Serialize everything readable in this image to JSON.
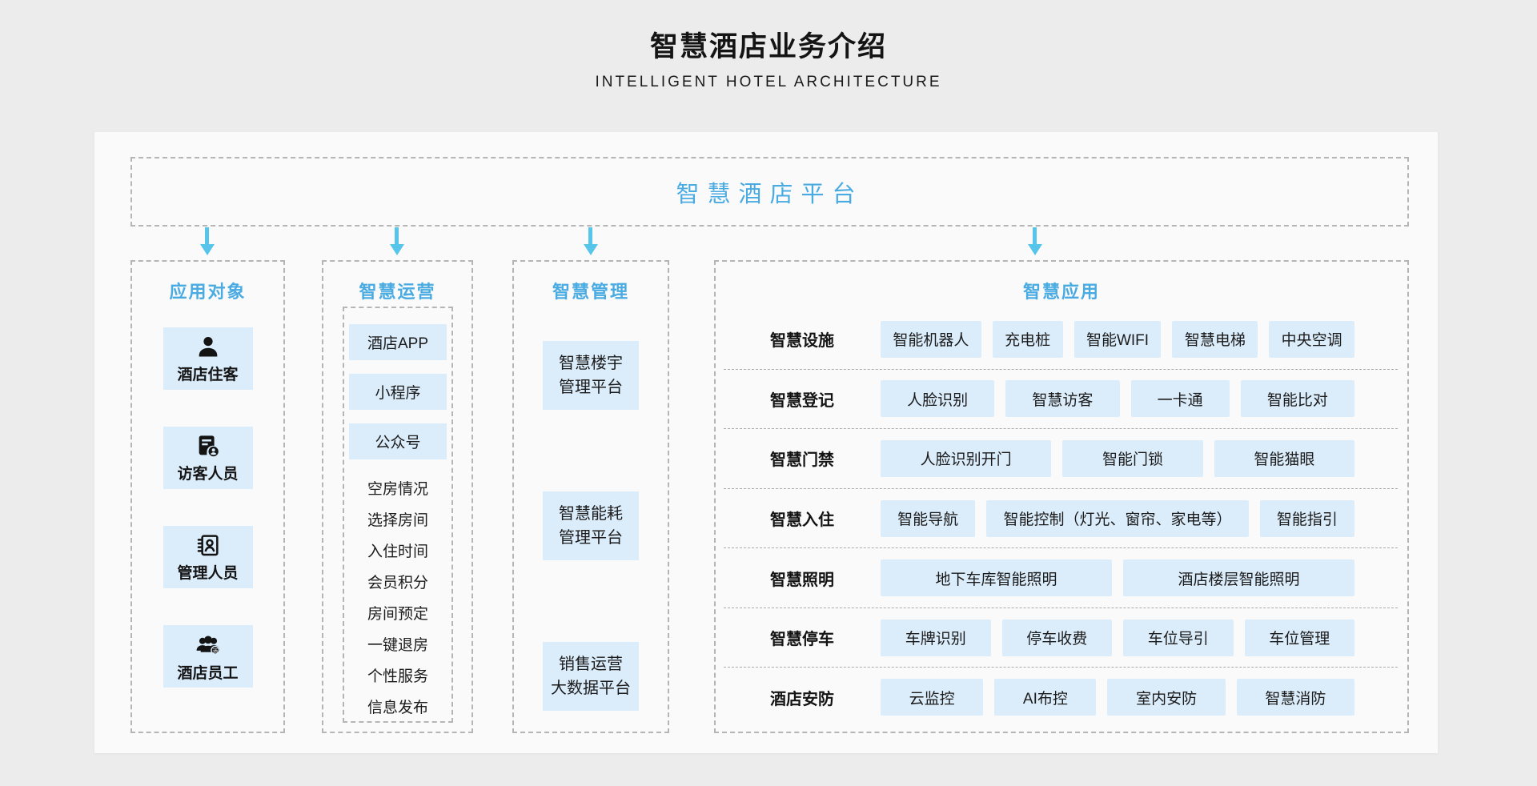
{
  "page": {
    "title": "智慧酒店业务介绍",
    "subtitle": "INTELLIGENT HOTEL ARCHITECTURE"
  },
  "platform": {
    "title": "智慧酒店平台"
  },
  "colors": {
    "accent": "#49abe2",
    "arrow": "#57c5ea",
    "chip_bg": "#dbecfb",
    "icon": "#141414"
  },
  "audience": {
    "heading": "应用对象",
    "items": [
      {
        "label": "酒店住客",
        "icon": "guest-person-icon"
      },
      {
        "label": "访客人员",
        "icon": "visitor-register-icon"
      },
      {
        "label": "管理人员",
        "icon": "manager-contact-icon"
      },
      {
        "label": "酒店员工",
        "icon": "staff-group-icon"
      }
    ]
  },
  "operation": {
    "heading": "智慧运营",
    "channels": [
      "酒店APP",
      "小程序",
      "公众号"
    ],
    "features": [
      "空房情况",
      "选择房间",
      "入住时间",
      "会员积分",
      "房间预定",
      "一键退房",
      "个性服务",
      "信息发布"
    ]
  },
  "management": {
    "heading": "智慧管理",
    "platforms": [
      {
        "lines": [
          "智慧楼宇",
          "管理平台"
        ]
      },
      {
        "lines": [
          "智慧能耗",
          "管理平台"
        ]
      },
      {
        "lines": [
          "销售运营",
          "大数据平台"
        ]
      }
    ]
  },
  "application": {
    "heading": "智慧应用",
    "rows": [
      {
        "label": "智慧设施",
        "chips": [
          "智能机器人",
          "充电桩",
          "智能WIFI",
          "智慧电梯",
          "中央空调"
        ]
      },
      {
        "label": "智慧登记",
        "chips": [
          "人脸识别",
          "智慧访客",
          "一卡通",
          "智能比对"
        ]
      },
      {
        "label": "智慧门禁",
        "chips": [
          "人脸识别开门",
          "智能门锁",
          "智能猫眼"
        ]
      },
      {
        "label": "智慧入住",
        "chips": [
          "智能导航",
          "智能控制（灯光、窗帘、家电等）",
          "智能指引"
        ]
      },
      {
        "label": "智慧照明",
        "chips": [
          "地下车库智能照明",
          "酒店楼层智能照明"
        ]
      },
      {
        "label": "智慧停车",
        "chips": [
          "车牌识别",
          "停车收费",
          "车位导引",
          "车位管理"
        ]
      },
      {
        "label": "酒店安防",
        "chips": [
          "云监控",
          "AI布控",
          "室内安防",
          "智慧消防"
        ]
      }
    ]
  }
}
